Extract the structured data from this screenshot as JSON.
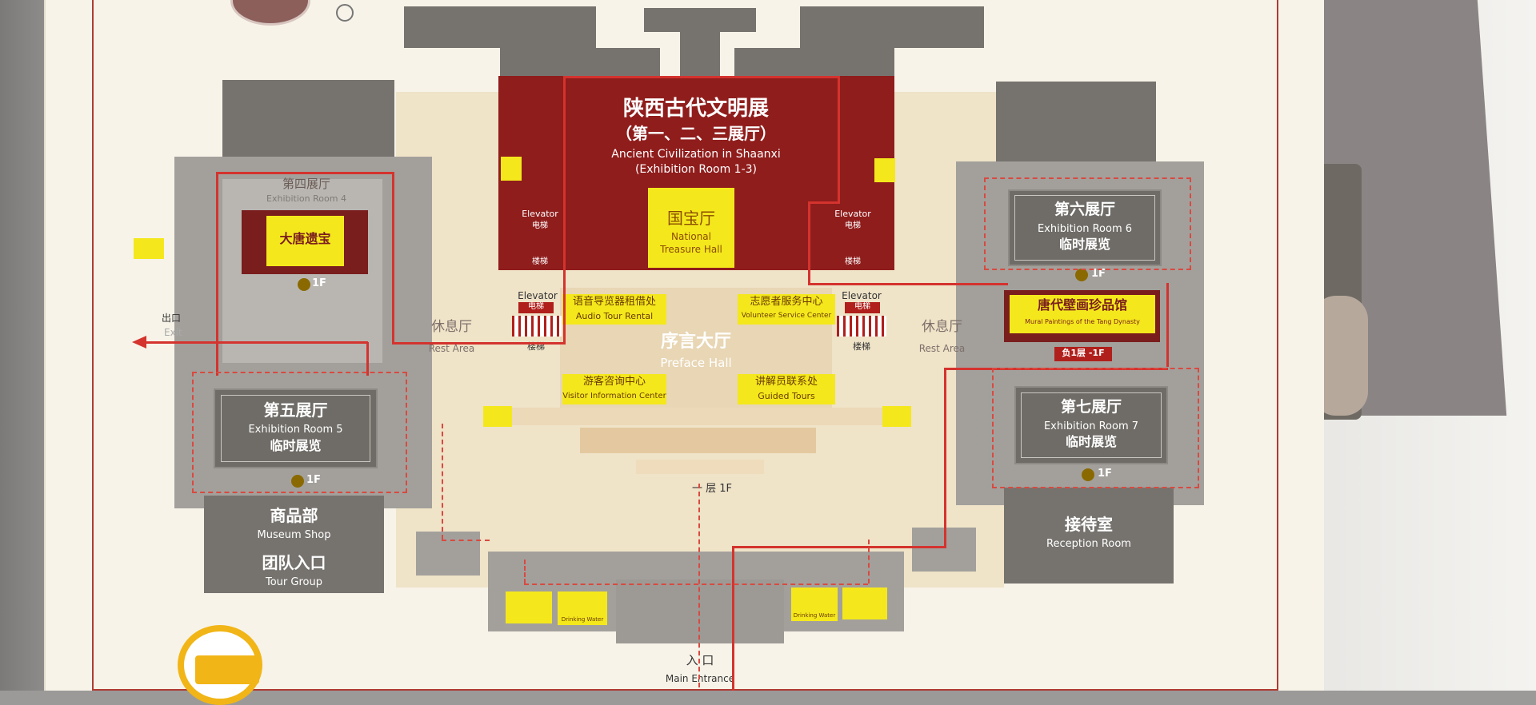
{
  "main_hall": {
    "cn": "陕西古代文明展",
    "cn_sub": "（第一、二、三展厅）",
    "en": "Ancient Civilization in Shaanxi",
    "en_sub": "(Exhibition Room 1-3)"
  },
  "treasure_hall": {
    "cn": "国宝厅",
    "en1": "National",
    "en2": "Treasure Hall"
  },
  "elevator_en": "Elevator",
  "elevator_cn": "电梯",
  "stairs_cn": "楼梯",
  "room4": {
    "cn": "第四展厅",
    "en": "Exhibition Room 4",
    "sign": "大唐遗宝",
    "floor": "1F"
  },
  "room5": {
    "cn": "第五展厅",
    "en": "Exhibition Room 5",
    "sub": "临时展览",
    "floor": "1F"
  },
  "room6": {
    "cn": "第六展厅",
    "en": "Exhibition Room 6",
    "sub": "临时展览",
    "floor": "1F"
  },
  "room7": {
    "cn": "第七展厅",
    "en": "Exhibition Room 7",
    "sub": "临时展览",
    "floor": "1F"
  },
  "mural": {
    "cn": "唐代壁画珍品馆",
    "en": "Mural Paintings of the Tang Dynasty",
    "floor": "负1层 -1F"
  },
  "exit": {
    "cn": "出口",
    "en": "Exit"
  },
  "rest_area": {
    "cn": "休息厅",
    "en": "Rest Area"
  },
  "preface": {
    "cn": "序言大厅",
    "en": "Preface Hall"
  },
  "audio": {
    "cn": "语音导览器租借处",
    "en": "Audio Tour Rental"
  },
  "volunteer": {
    "cn": "志愿者服务中心",
    "en": "Volunteer Service Center"
  },
  "visitor": {
    "cn": "游客咨询中心",
    "en": "Visitor Information Center"
  },
  "guided": {
    "cn": "讲解员联系处",
    "en": "Guided Tours"
  },
  "floor_marker": "一 层 1F",
  "museum_shop": {
    "cn": "商品部",
    "en": "Museum Shop"
  },
  "tour_group": {
    "cn": "团队入口",
    "en": "Tour Group"
  },
  "reception": {
    "cn": "接待室",
    "en": "Reception Room"
  },
  "main_entrance": {
    "cn": "入 口",
    "en": "Main Entrance"
  },
  "drinking_water": "Drinking Water",
  "icons": [
    "restroom-icon",
    "elevator-icon",
    "drinking-water-icon",
    "bus-icon",
    "floor-badge-icon",
    "exit-arrow-icon"
  ],
  "colors": {
    "route_red": "#d4332e",
    "hall_red": "#8f1d1c",
    "sign_yellow": "#f4e81c",
    "hall_grey": "#6f6c67"
  }
}
